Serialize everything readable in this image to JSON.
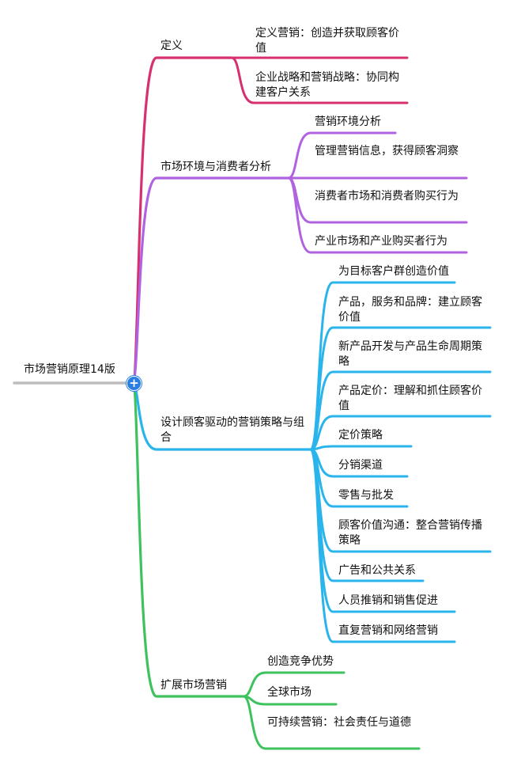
{
  "root": {
    "label": "市场营销原理14版",
    "expand_icon": "plus-circle-icon"
  },
  "colors": {
    "root_line": "#bdbdbd",
    "expand_button": "#2a7de1"
  },
  "branches": [
    {
      "label": "定义",
      "color": "#d63070",
      "children": [
        "定义营销：创造并获取顾客价值",
        "企业战略和营销战略：协同构建客户关系"
      ]
    },
    {
      "label": "市场环境与消费者分析",
      "color": "#b062e0",
      "children": [
        "营销环境分析",
        "管理营销信息，获得顾客洞察",
        "消费者市场和消费者购买行为",
        "产业市场和产业购买者行为"
      ]
    },
    {
      "label": "设计顾客驱动的营销策略与组合",
      "color": "#2ab4ec",
      "children": [
        "为目标客户群创造价值",
        "产品，服务和品牌：建立顾客价值",
        "新产品开发与产品生命周期策略",
        "产品定价：理解和抓住顾客价值",
        "定价策略",
        "分销渠道",
        "零售与批发",
        "顾客价值沟通：整合营销传播策略",
        "广告和公共关系",
        "人员推销和销售促进",
        "直复营销和网络营销"
      ]
    },
    {
      "label": "扩展市场营销",
      "color": "#3dc25e",
      "children": [
        "创造竞争优势",
        "全球市场",
        "可持续营销：社会责任与道德"
      ]
    }
  ]
}
